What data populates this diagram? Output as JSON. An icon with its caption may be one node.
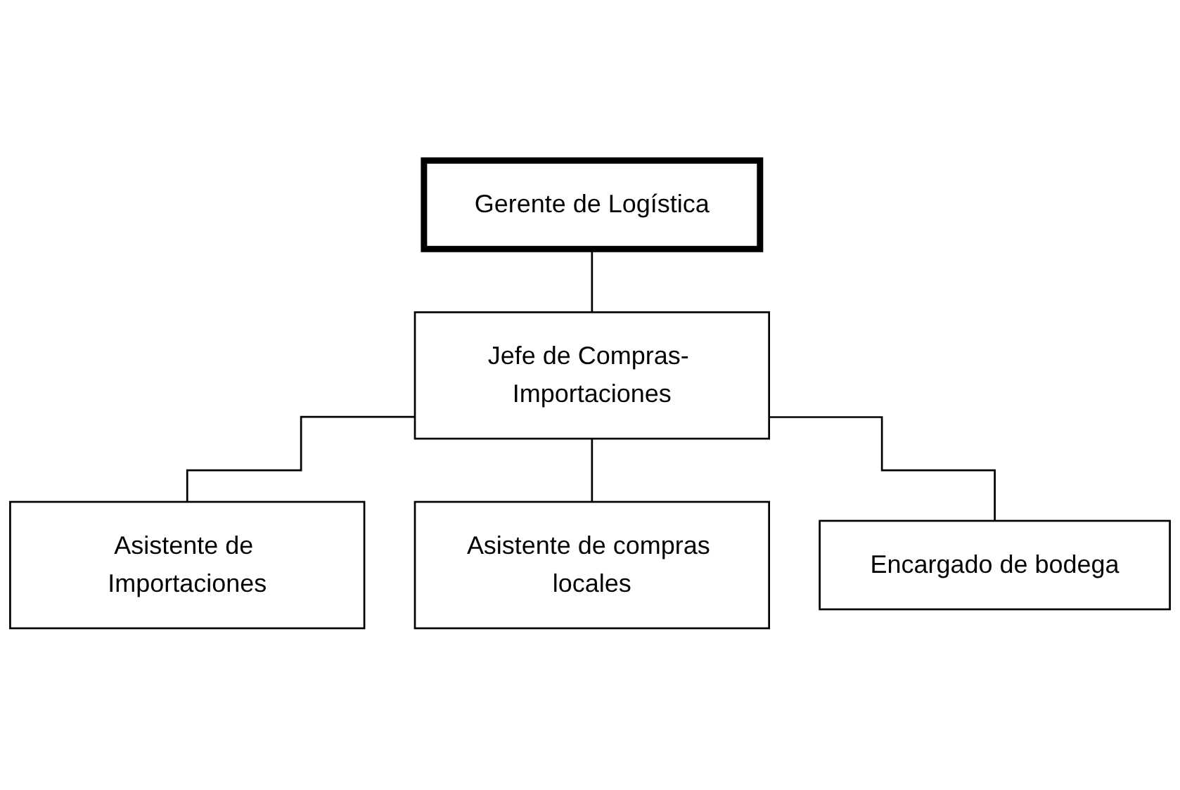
{
  "diagram": {
    "nodes": [
      {
        "text": [
          "Gerente de Logística"
        ]
      },
      {
        "text": [
          "Jefe de Compras- Importaciones"
        ]
      },
      {
        "text": [
          "Asistente de Importaciones"
        ]
      },
      {
        "text": [
          "Asistente de compras locales"
        ]
      },
      {
        "text": [
          "Encargado de bodega"
        ]
      }
    ],
    "edges": [
      {
        "from": 0,
        "to": 1,
        "arrow": "none"
      },
      {
        "from": 1,
        "to": 2,
        "arrow": "none"
      },
      {
        "from": 1,
        "to": 3,
        "arrow": "none"
      },
      {
        "from": 1,
        "to": 4,
        "arrow": "none"
      }
    ]
  }
}
